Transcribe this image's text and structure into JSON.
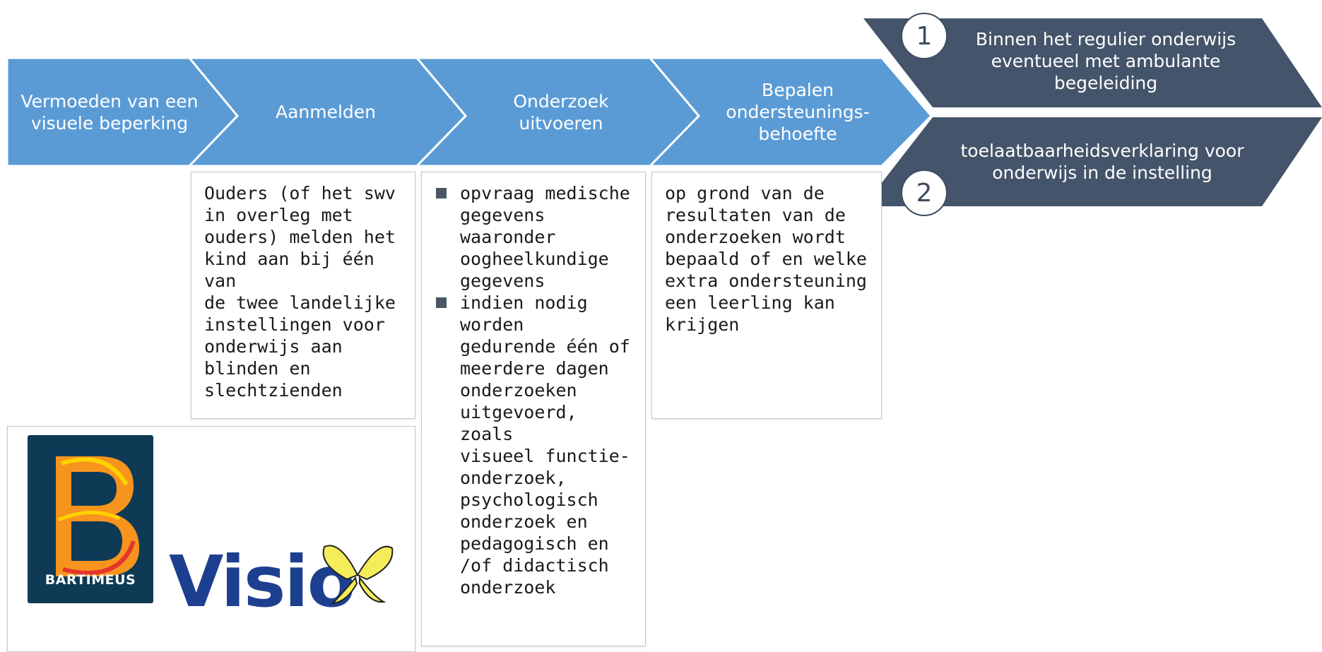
{
  "steps": [
    {
      "label": "Vermoeden van een\nvisuele beperking"
    },
    {
      "label": "Aanmelden"
    },
    {
      "label": "Onderzoek\nuitvoeren"
    },
    {
      "label": "Bepalen\nondersteunings-\nbehoefte"
    }
  ],
  "outcomes": [
    {
      "number": "1",
      "label": "Binnen het regulier onderwijs\neventueel met ambulante\nbegeleiding"
    },
    {
      "number": "2",
      "label": "toelaatbaarheidsverklaring voor\nonderwijs in de instelling"
    }
  ],
  "descriptions": {
    "aanmelden": "Ouders (of het swv\nin overleg met\nouders) melden het\nkind aan bij één van\nde twee landelijke\ninstellingen voor\nonderwijs aan\nblinden en\nslechtzienden",
    "onderzoek": [
      "opvraag medische\ngegevens\nwaaronder\noogheelkundige\ngegevens",
      "indien nodig\nworden\ngedurende één of\nmeerdere dagen\nonderzoeken\nuitgevoerd, zoals\nvisueel functie-\nonderzoek,\npsychologisch\nonderzoek en\npedagogisch en\n/of didactisch\nonderzoek"
    ],
    "bepalen": "op grond van de\nresultaten van de\nonderzoeken wordt\nbepaald of en welke\nextra ondersteuning\neen leerling kan\nkrijgen"
  },
  "logos": {
    "bartimeus": "BARTIMEUS",
    "visio": "Visio"
  },
  "colors": {
    "step_fill": "#5b9bd5",
    "outcome_fill": "#44546a",
    "box_border": "#c8c8c8",
    "bullet": "#4a5566"
  }
}
